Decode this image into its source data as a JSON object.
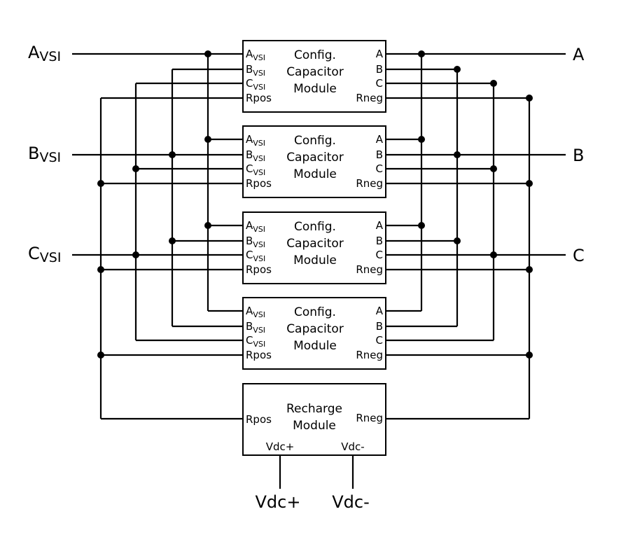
{
  "diagram": {
    "inputs": [
      {
        "main": "A",
        "sub": "VSI"
      },
      {
        "main": "B",
        "sub": "VSI"
      },
      {
        "main": "C",
        "sub": "VSI"
      }
    ],
    "outputs": [
      "A",
      "B",
      "C"
    ],
    "config_modules": [
      {
        "title": [
          "Config.",
          "Capacitor",
          "Module"
        ]
      },
      {
        "title": [
          "Config.",
          "Capacitor",
          "Module"
        ]
      },
      {
        "title": [
          "Config.",
          "Capacitor",
          "Module"
        ]
      },
      {
        "title": [
          "Config.",
          "Capacitor",
          "Module"
        ]
      }
    ],
    "config_left_pins": [
      {
        "main": "A",
        "sub": "VSI"
      },
      {
        "main": "B",
        "sub": "VSI"
      },
      {
        "main": "C",
        "sub": "VSI"
      },
      {
        "main": "Rpos",
        "sub": ""
      }
    ],
    "config_right_pins": [
      "A",
      "B",
      "C",
      "Rneg"
    ],
    "recharge_module": {
      "title": [
        "Recharge",
        "Module"
      ],
      "left_pin": "Rpos",
      "right_pin": "Rneg",
      "bottom_pins": [
        "Vdc+",
        "Vdc-"
      ]
    },
    "dc_terminals": [
      "Vdc+",
      "Vdc-"
    ],
    "connections": {
      "left_buses": [
        {
          "pin": "A_VSI",
          "input_module": 1
        },
        {
          "pin": "B_VSI",
          "input_module": 2
        },
        {
          "pin": "C_VSI",
          "input_module": 3
        },
        {
          "pin": "Rpos",
          "to_recharge": true
        }
      ],
      "right_buses": [
        {
          "pin": "A",
          "output_module": 1
        },
        {
          "pin": "B",
          "output_module": 2
        },
        {
          "pin": "C",
          "output_module": 3
        },
        {
          "pin": "Rneg",
          "to_recharge": true
        }
      ]
    }
  }
}
